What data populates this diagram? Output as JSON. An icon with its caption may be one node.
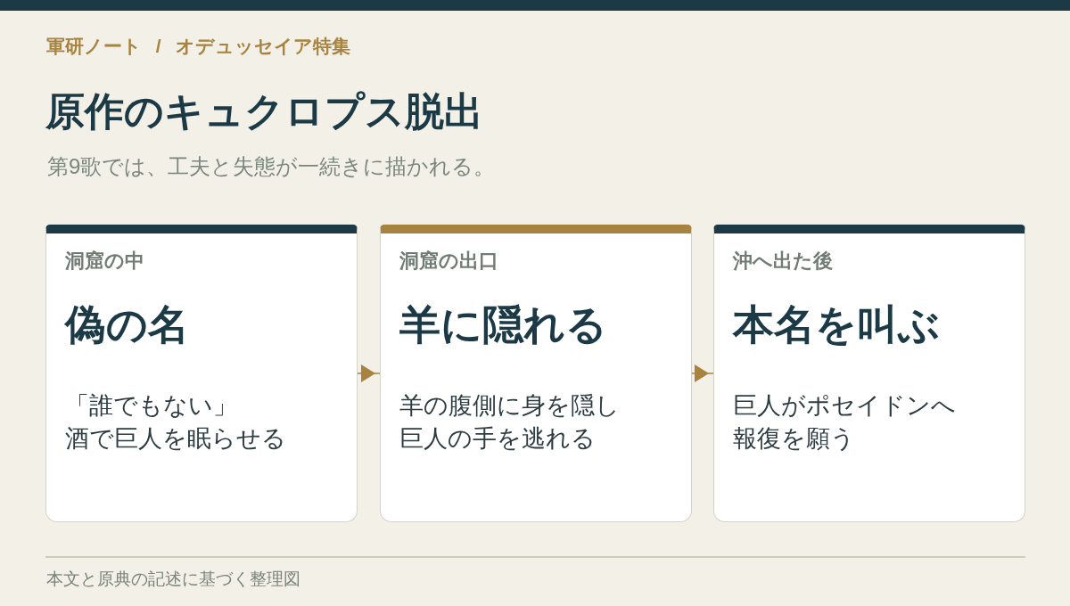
{
  "diagram": {
    "title": "原作のキュクロプス脱出",
    "caption": "本文と原典の記述に基づく整理図",
    "labels": [
      "軍研ノート / オデュッセイア特集",
      "第9歌では、工夫と失態が一続きに描かれる。"
    ],
    "nodes": [
      {
        "text": [
          "洞窟の中",
          "偽の名",
          "「誰でもない」酒で巨人を眠らせる"
        ]
      },
      {
        "text": [
          "洞窟の出口",
          "羊に隠れる",
          "羊の腹側に身を隠し巨人の手を逃れる"
        ]
      },
      {
        "text": [
          "沖へ出た後",
          "本名を叫ぶ",
          "巨人がポセイドンへ報復を願う"
        ]
      }
    ],
    "edges": [
      {
        "from": 0,
        "to": 1,
        "arrow": "to"
      },
      {
        "from": 1,
        "to": 2,
        "arrow": "to"
      }
    ]
  }
}
